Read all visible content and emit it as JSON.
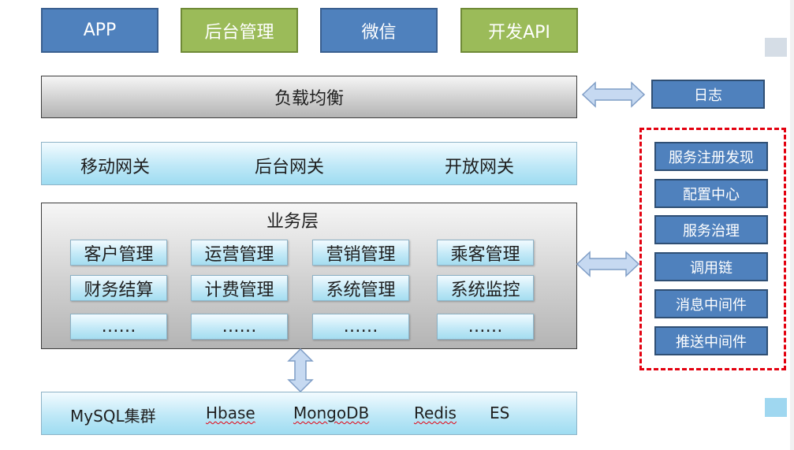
{
  "clients": [
    {
      "label": "APP",
      "color": "#4f81bd"
    },
    {
      "label": "后台管理",
      "color": "#9bbb59"
    },
    {
      "label": "微信",
      "color": "#4f81bd"
    },
    {
      "label": "开发API",
      "color": "#9bbb59"
    }
  ],
  "load_balancer": {
    "label": "负载均衡"
  },
  "gateway": {
    "labels": [
      "移动网关",
      "后台网关",
      "开放网关"
    ]
  },
  "business": {
    "title": "业务层",
    "modules": [
      [
        "客户管理",
        "运营管理",
        "营销管理",
        "乘客管理"
      ],
      [
        "财务结算",
        "计费管理",
        "系统管理",
        "系统监控"
      ],
      [
        "……",
        "……",
        "……",
        "……"
      ]
    ]
  },
  "storage": {
    "items": [
      "MySQL集群",
      "Hbase",
      "MongoDB",
      "Redis",
      "ES"
    ]
  },
  "log": {
    "label": "日志"
  },
  "services": [
    "服务注册发现",
    "配置中心",
    "服务治理",
    "调用链",
    "消息中间件",
    "推送中间件"
  ],
  "colors": {
    "blue": "#4f81bd",
    "green": "#9bbb59",
    "cyan": "#bfe8f7",
    "dashed_border": "#e3000f",
    "arrow": "#c6d9f1"
  }
}
